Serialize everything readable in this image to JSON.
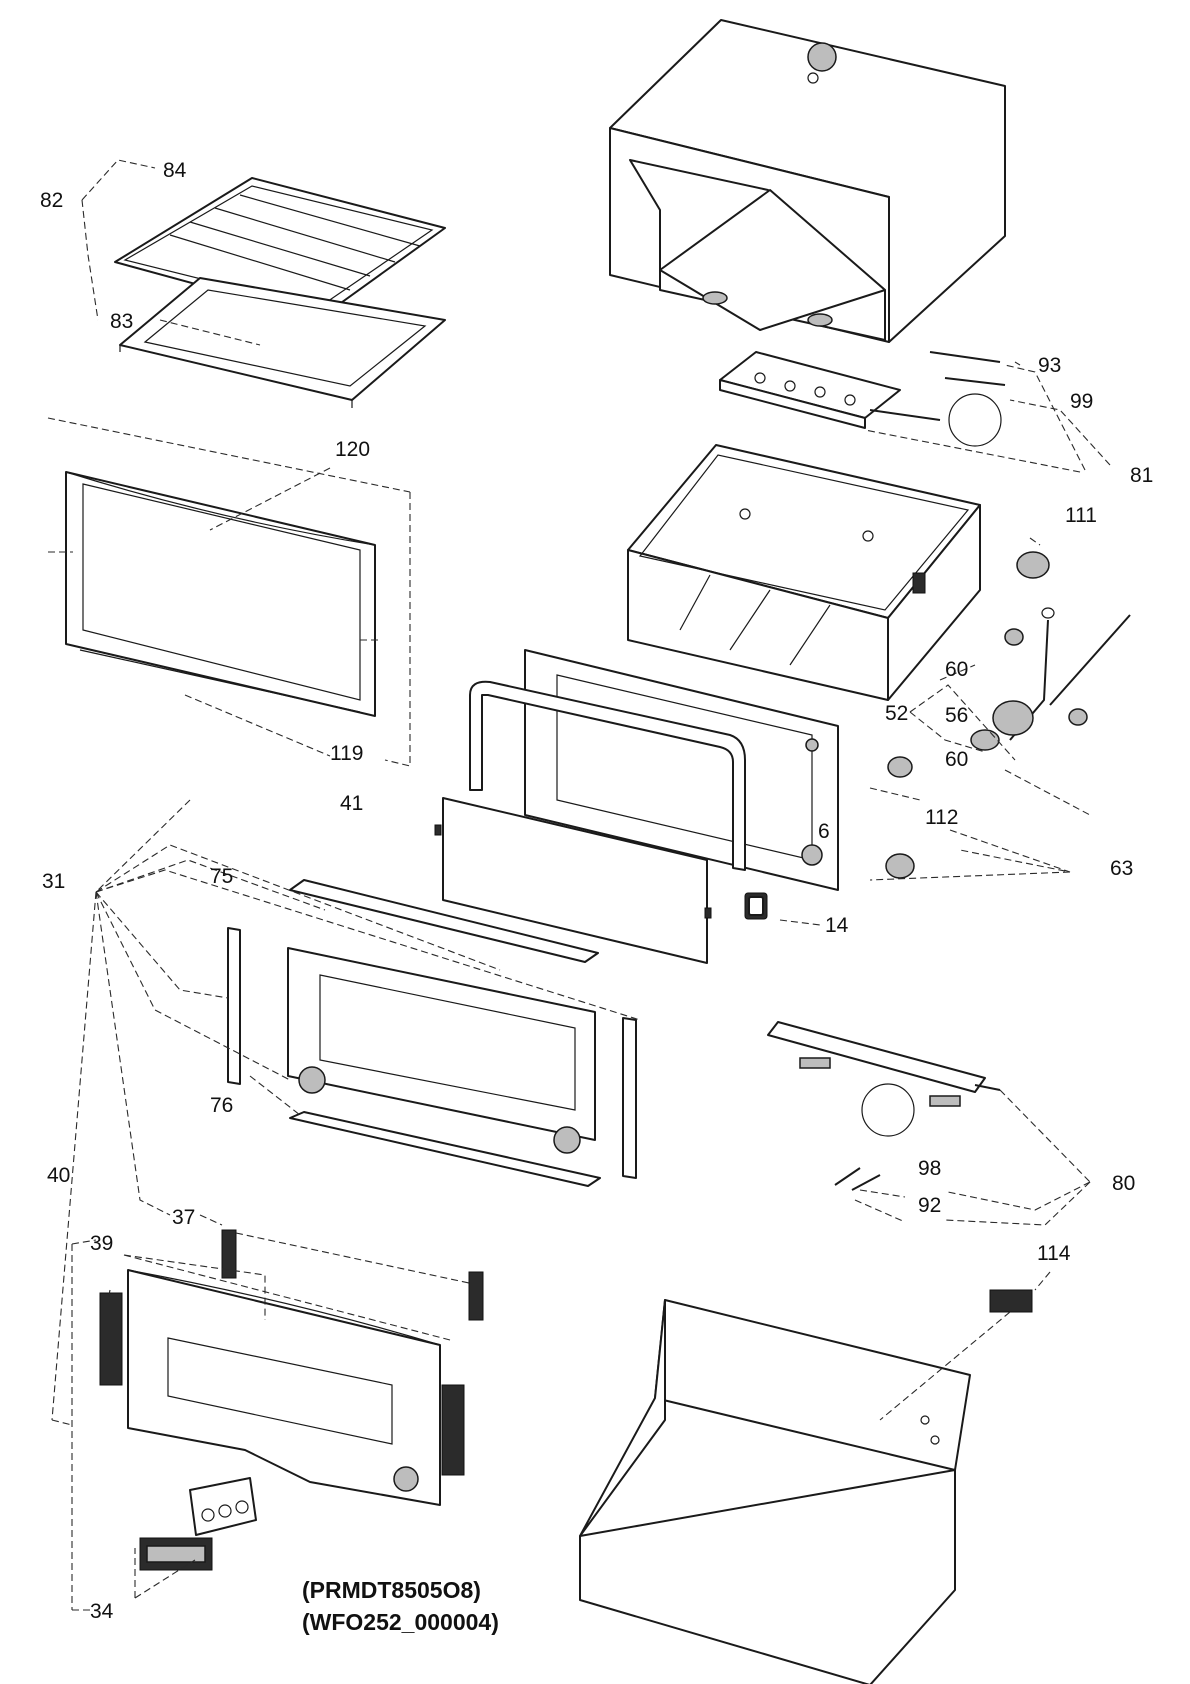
{
  "labels": {
    "l84": "84",
    "l82": "82",
    "l83": "83",
    "l93": "93",
    "l99": "99",
    "l81": "81",
    "l120": "120",
    "l119": "119",
    "l111": "111",
    "l60a": "60",
    "l52": "52",
    "l56": "56",
    "l60b": "60",
    "l41": "41",
    "l112": "112",
    "l6": "6",
    "l63": "63",
    "l31": "31",
    "l75": "75",
    "l14": "14",
    "l76": "76",
    "l40": "40",
    "l98": "98",
    "l80": "80",
    "l92": "92",
    "l37": "37",
    "l39": "39",
    "l114": "114",
    "l34": "34"
  },
  "model": {
    "line1": "(PRMDT8505O8)",
    "line2": "(WFO252_000004)"
  }
}
